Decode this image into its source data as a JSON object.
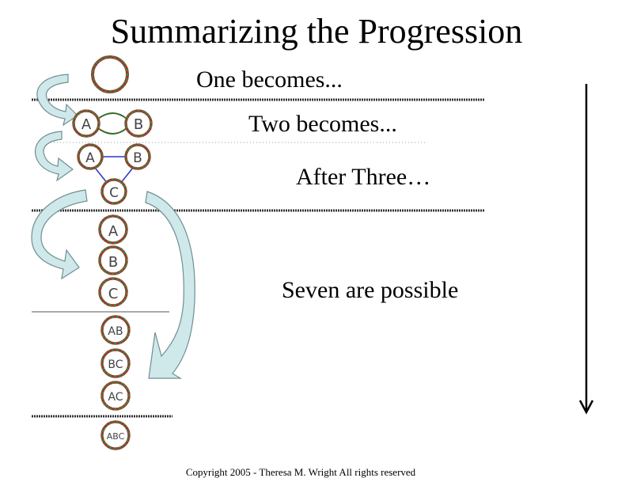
{
  "slide": {
    "title": "Summarizing the Progression",
    "labels": {
      "one": "One becomes...",
      "two": "Two becomes...",
      "three": "After Three…",
      "seven": "Seven are possible"
    },
    "copyright": "Copyright 2005 - Theresa M. Wright   All rights reserved"
  },
  "nodes": {
    "two": [
      "A",
      "B"
    ],
    "three": [
      "A",
      "B",
      "C"
    ],
    "singles": [
      "A",
      "B",
      "C"
    ],
    "pairs": [
      "AB",
      "BC",
      "AC"
    ],
    "triple": "ABC"
  },
  "colors": {
    "ring_red": "#a83232",
    "ring_green": "#4f7a3a",
    "arrow_fill": "#cfe8ea",
    "arrow_stroke": "#6f8f93",
    "connector": "#2a35c8"
  }
}
